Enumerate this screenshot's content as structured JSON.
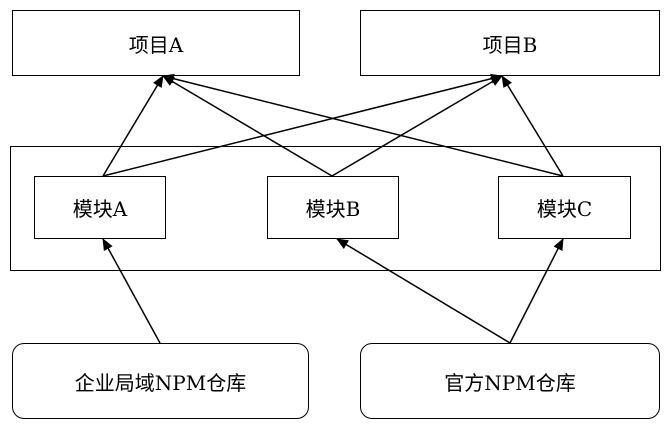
{
  "projects": {
    "a_label": "项目A",
    "b_label": "项目B"
  },
  "modules": {
    "a_label": "模块A",
    "b_label": "模块B",
    "c_label": "模块C"
  },
  "repos": {
    "enterprise_label": "企业局域NPM仓库",
    "official_label": "官方NPM仓库"
  },
  "colors": {
    "stroke": "#000000",
    "background": "#ffffff"
  }
}
